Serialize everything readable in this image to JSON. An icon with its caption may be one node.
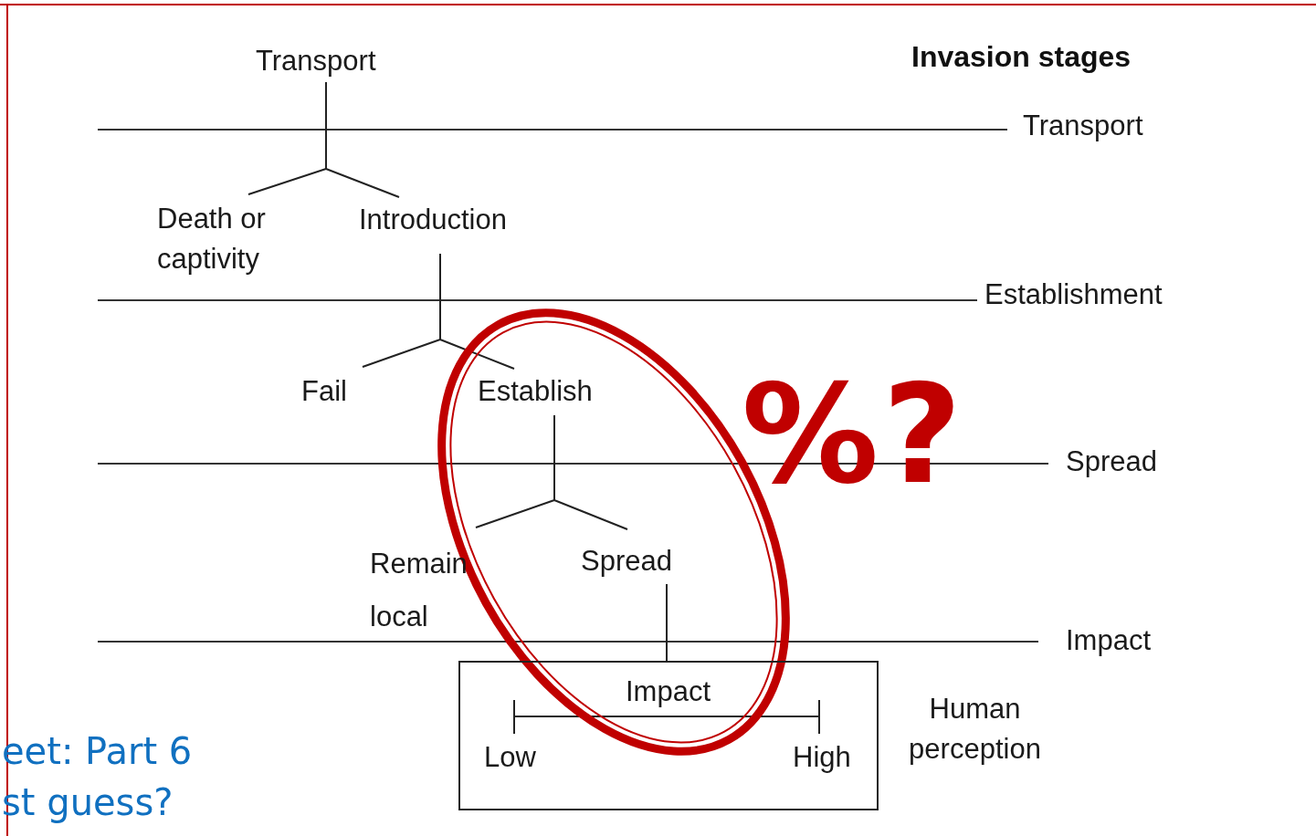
{
  "diagram": {
    "nodes": [
      {
        "text": [
          "Transport"
        ]
      },
      {
        "text": [
          "Death or captivity"
        ]
      },
      {
        "text": [
          "Introduction"
        ]
      },
      {
        "text": [
          "Fail"
        ]
      },
      {
        "text": [
          "Establish"
        ]
      },
      {
        "text": [
          "Remain local"
        ]
      },
      {
        "text": [
          "Spread"
        ]
      },
      {
        "text": [
          "Impact",
          "Low",
          "High"
        ],
        "beside": [
          "Human perception"
        ]
      }
    ],
    "edges": [
      {
        "from": 0,
        "to": 1,
        "arrow": "none"
      },
      {
        "from": 0,
        "to": 2,
        "arrow": "none"
      },
      {
        "from": 2,
        "to": 3,
        "arrow": "none"
      },
      {
        "from": 2,
        "to": 4,
        "arrow": "none"
      },
      {
        "from": 4,
        "to": 5,
        "arrow": "none"
      },
      {
        "from": 4,
        "to": 6,
        "arrow": "none"
      },
      {
        "from": 6,
        "to": 7,
        "arrow": "none"
      }
    ],
    "labels": [
      "Invasion stages",
      "Transport",
      "Establishment",
      "Spread",
      "Impact",
      "%?",
      "eet: Part 6",
      "st guess?"
    ]
  }
}
